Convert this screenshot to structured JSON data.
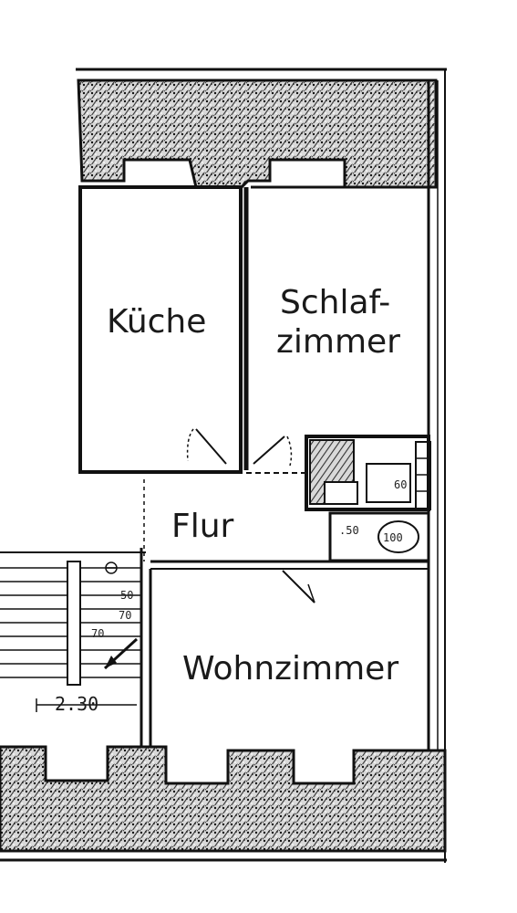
{
  "rooms": {
    "kueche": "Küche",
    "schlaf_line1": "Schlaf-",
    "schlaf_line2": "zimmer",
    "flur": "Flur",
    "wohnzimmer": "Wohnzimmer"
  },
  "dimensions": {
    "stair_width": "2.30",
    "bath_1": "60",
    "bath_2": "100",
    "bath_3": ".50",
    "stair_note_1": "70",
    "stair_note_2": "70",
    "stair_note_3": "50"
  }
}
